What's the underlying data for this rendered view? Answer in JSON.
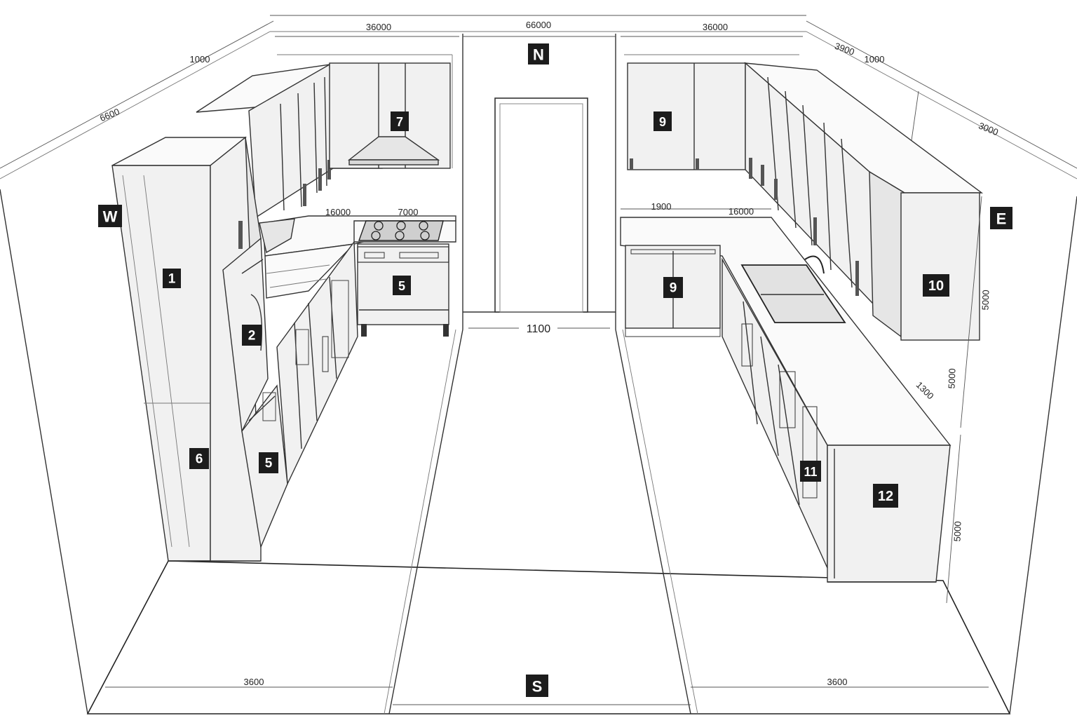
{
  "compass": {
    "north": "N",
    "south": "S",
    "west": "W",
    "east": "E"
  },
  "dimensions": {
    "top_left": "36000",
    "top_center": "66000",
    "top_right": "36000",
    "left_upper": "1000",
    "left_side": "6600",
    "right_upper_a": "3900",
    "right_upper_b": "1000",
    "right_side": "3000",
    "counter_left_a": "16000",
    "counter_left_b": "7000",
    "counter_right_a": "1900",
    "counter_right_b": "16000",
    "walkway": "1100",
    "right_vertical_a": "5000",
    "right_vertical_b": "5000",
    "right_vertical_c": "5000",
    "right_small": "1300",
    "bottom_left": "3600",
    "bottom_right": "3600"
  },
  "labels": {
    "l1": "1",
    "l2": "2",
    "l5a": "5",
    "l5b": "5",
    "l6": "6",
    "l7": "7",
    "l9a": "9",
    "l9b": "9",
    "l10": "10",
    "l11": "11",
    "l12": "12"
  }
}
